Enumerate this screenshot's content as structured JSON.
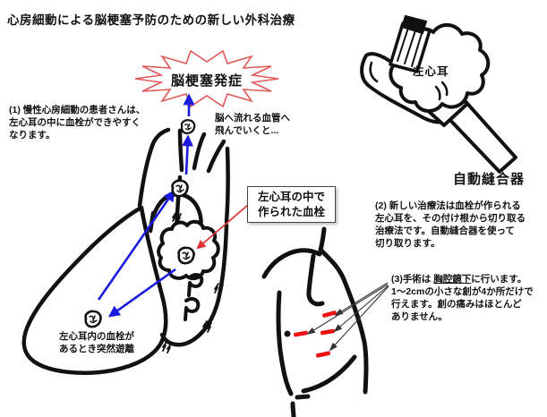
{
  "page": {
    "title": "心房細動による脳梗塞予防のための新しい外科治療"
  },
  "diagram": {
    "starburst_label": "脳梗塞発症",
    "brain_vessel_note": {
      "line1": "脳へ流れる血管へ",
      "line2": "飛んでいくと..."
    },
    "clot_label_box": {
      "line1": "左心耳の中で",
      "line2": "作られた血栓"
    },
    "appendage_label": "左心耳",
    "stapler_label": "自動縫合器",
    "detach_note": {
      "line1": "左心耳内の血栓が",
      "line2": "あるとき突然遊離"
    },
    "step1": {
      "line1": "(1) 慢性心房細動の患者さんは、",
      "line2": "左心耳の中に血栓ができやすく",
      "line3": "なります。"
    },
    "step2": {
      "line1": "(2) 新しい治療法は血栓が作られる",
      "line2": "左心耳を、その付け根から切り取る",
      "line3": "治療法です。自動縫合器を使って",
      "line4": "切り取ります。"
    },
    "step3": {
      "pre": "(3)手術は ",
      "underlined": "胸腔鏡下",
      "post": "に行います。",
      "line2": "1～2cmの小さな創が4か所だけで",
      "line3": "行えます。創の痛みはほとんど",
      "line4": "ありません。"
    }
  },
  "colors": {
    "ink_black": "#111111",
    "arrow_blue": "#1b1be0",
    "arrow_red": "#dd3333",
    "starburst_red": "#e05858",
    "incision_red": "#ee1111"
  }
}
